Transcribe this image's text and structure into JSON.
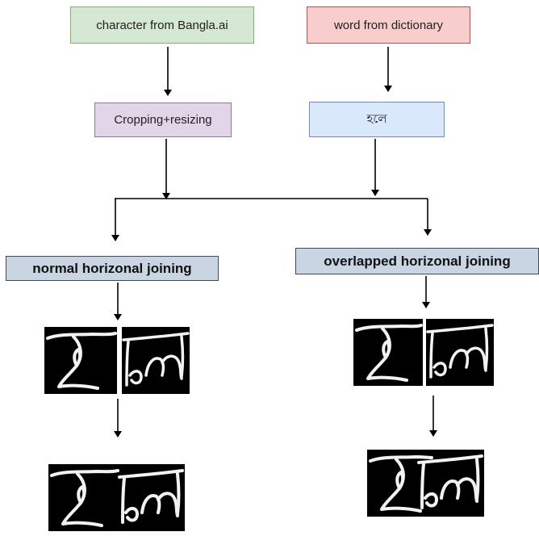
{
  "diagram": {
    "source_character": "character from Bangla.ai",
    "source_word": "word from dictionary",
    "crop_step": "Cropping+resizing",
    "word_sample": "হলে",
    "join_normal": "normal horizonal joining",
    "join_overlapped": "overlapped horizonal joining"
  },
  "colors": {
    "green_fill": "#d5e8d4",
    "red_fill": "#f8cecc",
    "purple_fill": "#e1d5e7",
    "blue_fill": "#dae8fc",
    "join_fill": "#c9d5e3"
  }
}
